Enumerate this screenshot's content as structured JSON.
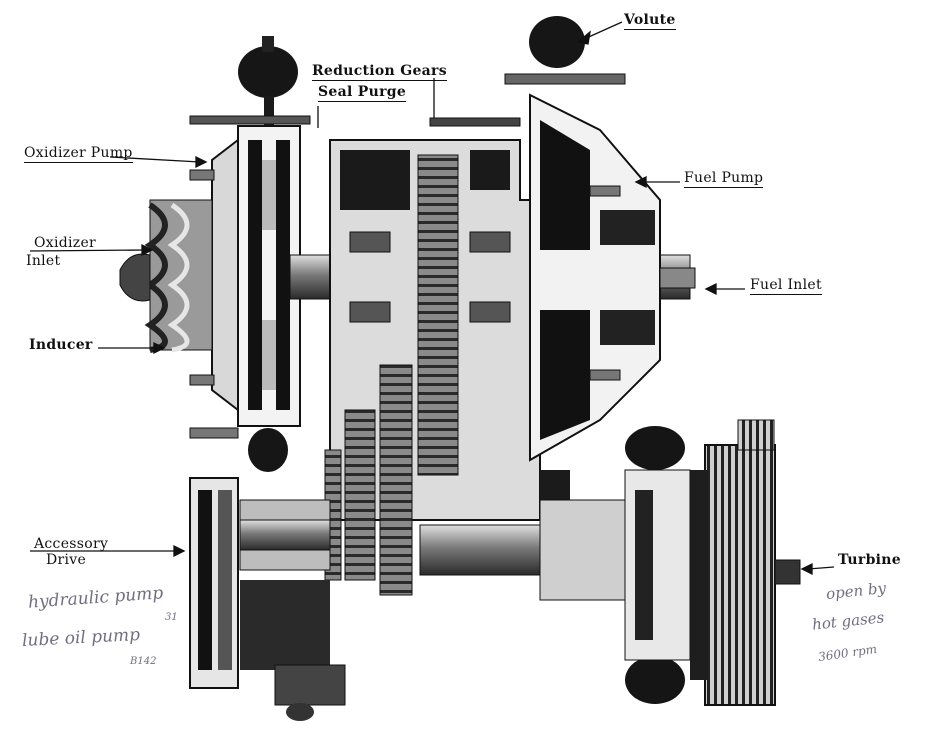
{
  "labels": {
    "volute": "Volute",
    "reduction_gears": "Reduction Gears",
    "seal_purge": "Seal Purge",
    "oxidizer_pump": "Oxidizer Pump",
    "fuel_pump": "Fuel Pump",
    "oxidizer_inlet_line1": "Oxidizer",
    "oxidizer_inlet_line2": "Inlet",
    "fuel_inlet": "Fuel Inlet",
    "inducer": "Inducer",
    "accessory_drive_line1": "Accessory",
    "accessory_drive_line2": "Drive",
    "turbine": "Turbine"
  },
  "handwritten_notes": {
    "left_line1": "hydraulic pump",
    "left_line1_mark": "31",
    "left_line2": "lube oil pump",
    "left_line2_mark": "B142",
    "right_line1": "open by",
    "right_line2": "hot gases",
    "right_line3": "3600 rpm"
  },
  "colors": {
    "ink": "#111111",
    "metal_dark": "#1a1a1a",
    "metal_mid": "#6b6b6b",
    "metal_light": "#b9b9b9",
    "pencil": "#6f6f80"
  }
}
